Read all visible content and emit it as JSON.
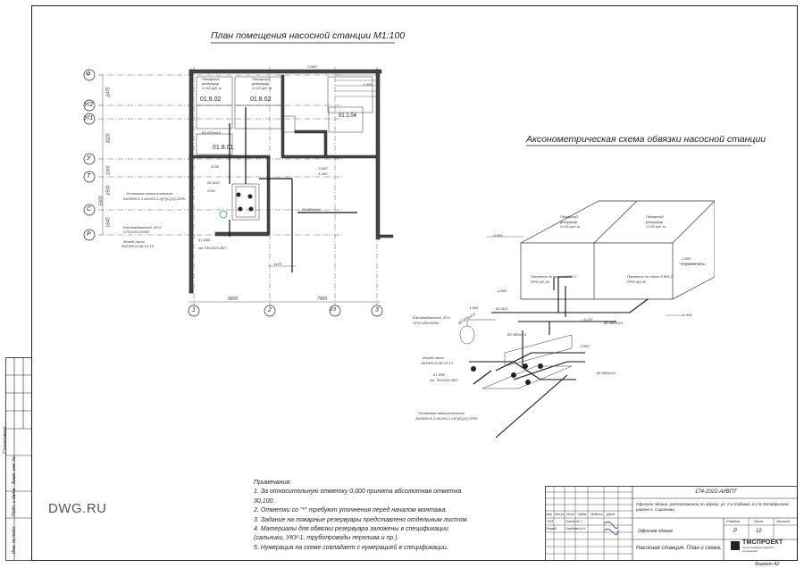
{
  "plan": {
    "title": "План помещения насосной станции М1:100",
    "axes_rows": [
      "Ф",
      "У/2",
      "У/1",
      "У",
      "Т",
      "С",
      "Р"
    ],
    "axes_cols": [
      "1",
      "2",
      "2/3",
      "3"
    ],
    "dims_bottom": [
      "5600",
      "7900"
    ],
    "dims_left": [
      "2475",
      "3225",
      "1160",
      "2500",
      "5500",
      "1640"
    ],
    "dim_inner": [
      "1475",
      "3235",
      "2302"
    ],
    "levels": [
      "-3,900",
      "-3,950",
      "-3,650",
      "-1,900"
    ],
    "rooms": [
      "01.8.02",
      "01.8.02",
      "01.8.01",
      "01.1.04"
    ],
    "tank_1": {
      "line1": "Пожарный",
      "line2": "резервуар",
      "line3": "V=25 куб. м"
    },
    "tank_2": {
      "line1": "Пожарный",
      "line2": "резервуар",
      "line3": "V=25 куб. м"
    },
    "labels": {
      "pump_unit": "Установка повысительная",
      "pump_unit_code": "ANTARUS 3 MLV65-3-2(F)(C)(X)-SPRI",
      "tank_membrane": "Бак мембранный, 50 л",
      "tank_membrane_code": "STW-050-00000",
      "pipe_main": "В2 Ø89х4,5",
      "pipe_b2": "В2 Ø76х4,5",
      "pipe_small": "В2 Ø32",
      "jockey": "Жокей-насос",
      "jockey_code": "ANTARUS MLV3-13",
      "drain": "К1 Ø50",
      "ref": "см. ТМ-2022-ВКТ"
    }
  },
  "axo": {
    "title": "Аксонометрическая схема обвязки насосной станции",
    "tank_1": {
      "line1": "Пожарный",
      "line2": "резервуар",
      "line3": "V=25 куб. м"
    },
    "tank_2": {
      "line1": "Пожарный",
      "line2": "резервуар",
      "line3": "V=25 куб. м"
    },
    "levels": [
      "-0,950",
      "-2,800",
      "-4,500",
      "-1,950",
      "-4,120",
      "-3,900",
      "-1,950"
    ],
    "level_note": "в уровне воды",
    "labels": {
      "suction_1": "Приемник по серии 5.903-2",
      "suction_1b": "ПРФ Ø1,36",
      "suction_2": "Приемник по серии 5.903-2",
      "suction_2b": "ПРФ Ø1,36",
      "tank_membrane": "Бак мембранный, 50 л",
      "tank_membrane_code": "STW-050-00000",
      "jockey": "Жокей-насос",
      "jockey_code": "ANTARUS MLV3-13",
      "drain": "К1 Ø50",
      "drain_ref": "см. ТМ-2022-ВКТ",
      "pump_unit": "Установка повысительная",
      "pump_unit_code": "ANTARUS 3 MLV65-3-2(F)(C)(X)-SPRI",
      "pipe_a": "В2 Ø76х4,5",
      "pipe_b": "В2 Ø89х4,5",
      "pipe_c": "В2 Ø89х4,5",
      "pipe_d": "В2 Ø32",
      "pipe_e": "В2 Ø89х4,5"
    }
  },
  "notes": {
    "heading": "Примечания:",
    "items": [
      "1. За относительную отметку 0,000 принята абсолютная отметка",
      "30,100.",
      "2. Отметки со \"*\" требуют уточнения перед началом монтажа.",
      "3. Задание на пожарные резервуары представлено отдельным листом.",
      "4. Материалы для обвязки резервуара заложены в спецификации",
      "(сальники, УКУ-1, трубопроводы перелива и пр.).",
      "5. Нумерация на схеме совпадает с нумерацией в спецификации."
    ]
  },
  "watermark": "DWG.RU",
  "stamp": {
    "code": "174-2022-АУВПТ",
    "address": "Офисное здание, расположенное по адресу: ул. 2-я Садовая, 6-2 в Октябрьском районе г. Саратова",
    "building": "Офисное здание",
    "stage": "Р",
    "sheet": "12",
    "sheet_label": "Лист",
    "stage_label": "Стадия",
    "sheets_label": "Листов",
    "drawing_title": "Насосная станция. План и схема.",
    "company": "ТМСПРОЕКТ",
    "company_sub": "проектирование зданий и сооружений",
    "format": "Формат А2",
    "headers": [
      "Изм.",
      "Кол.уч.",
      "Лист",
      "№док.",
      "Подпись",
      "Дата"
    ],
    "roles": [
      "ГИП",
      "Разраб."
    ],
    "names": [
      "Гринин М. Г.",
      "Голубева А.Н."
    ]
  },
  "left_strip": [
    "Согласовано",
    "Взам. инв. №",
    "Подп. и дата",
    "Инв. № подл."
  ]
}
